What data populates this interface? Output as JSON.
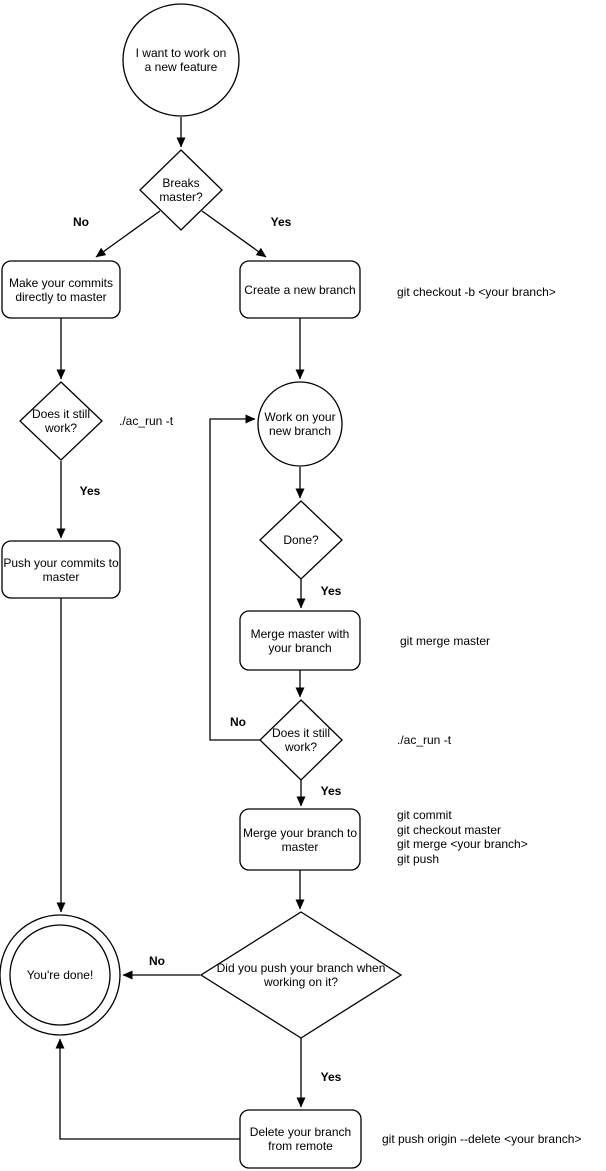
{
  "diagram_title": "",
  "colors": {
    "stroke": "#000000",
    "fill": "#ffffff",
    "text": "#000000"
  },
  "nodes": {
    "start": "I want to work on a new feature",
    "breaks_master": "Breaks master?",
    "make_commits": "Make your commits directly to master",
    "create_branch": "Create a new branch",
    "does_it_work_1": "Does it still work?",
    "push_commits": "Push your commits to master",
    "work_branch": "Work on your new branch",
    "done_q": "Done?",
    "merge_master": "Merge master with your branch",
    "does_it_work_2": "Does it still work?",
    "merge_branch": "Merge your branch to master",
    "did_you_push": "Did you push your branch when working on it?",
    "youre_done": "You're done!",
    "delete_branch": "Delete your branch from remote"
  },
  "edges": [
    {
      "from": "start",
      "to": "breaks_master",
      "label": ""
    },
    {
      "from": "breaks_master",
      "to": "make_commits",
      "label": "No"
    },
    {
      "from": "breaks_master",
      "to": "create_branch",
      "label": "Yes"
    },
    {
      "from": "make_commits",
      "to": "does_it_work_1",
      "label": ""
    },
    {
      "from": "does_it_work_1",
      "to": "push_commits",
      "label": "Yes"
    },
    {
      "from": "push_commits",
      "to": "youre_done",
      "label": ""
    },
    {
      "from": "create_branch",
      "to": "work_branch",
      "label": ""
    },
    {
      "from": "work_branch",
      "to": "done_q",
      "label": ""
    },
    {
      "from": "done_q",
      "to": "merge_master",
      "label": "Yes"
    },
    {
      "from": "merge_master",
      "to": "does_it_work_2",
      "label": ""
    },
    {
      "from": "does_it_work_2",
      "to": "work_branch",
      "label": "No"
    },
    {
      "from": "does_it_work_2",
      "to": "merge_branch",
      "label": "Yes"
    },
    {
      "from": "merge_branch",
      "to": "did_you_push",
      "label": ""
    },
    {
      "from": "did_you_push",
      "to": "youre_done",
      "label": "No"
    },
    {
      "from": "did_you_push",
      "to": "delete_branch",
      "label": "Yes"
    },
    {
      "from": "delete_branch",
      "to": "youre_done",
      "label": ""
    }
  ],
  "annotations": {
    "checkout_cmd": "git checkout -b <your branch>",
    "test_cmd_1": "./ac_run -t",
    "merge_master_cmd": "git merge master",
    "test_cmd_2": "./ac_run -t",
    "merge_branch_cmds": "git commit\ngit checkout master\ngit merge <your branch>\ngit push",
    "delete_cmd": "git push origin --delete <your branch>"
  }
}
